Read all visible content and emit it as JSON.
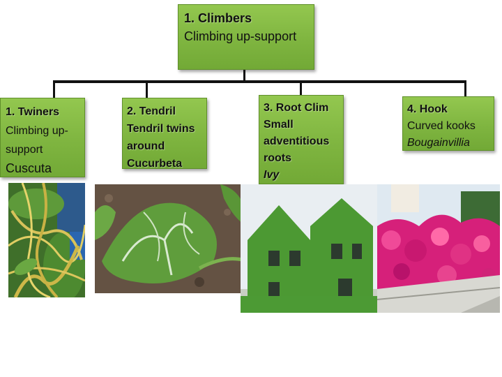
{
  "root": {
    "title": "1.   Climbers",
    "desc": "Climbing up-support"
  },
  "nodes": [
    {
      "title": "1.   Twiners",
      "line2": "Climbing up-support",
      "line3": "Cuscuta"
    },
    {
      "title": "2. Tendril",
      "line2": "Tendril twins around Cucurbeta"
    },
    {
      "title": "3. Root Clim",
      "line2": "Small adventitious roots",
      "line3": "Ivy"
    },
    {
      "title": "4. Hook",
      "line2": "Curved kooks",
      "line3": "Bougainvillia"
    }
  ],
  "photos": [
    {
      "icon": "cuscuta-photo"
    },
    {
      "icon": "tendril-leaf-photo"
    },
    {
      "icon": "ivy-house-photo"
    },
    {
      "icon": "bougainvillea-wall-photo"
    }
  ],
  "colors": {
    "box": "#7fb540",
    "connector": "#111111"
  }
}
